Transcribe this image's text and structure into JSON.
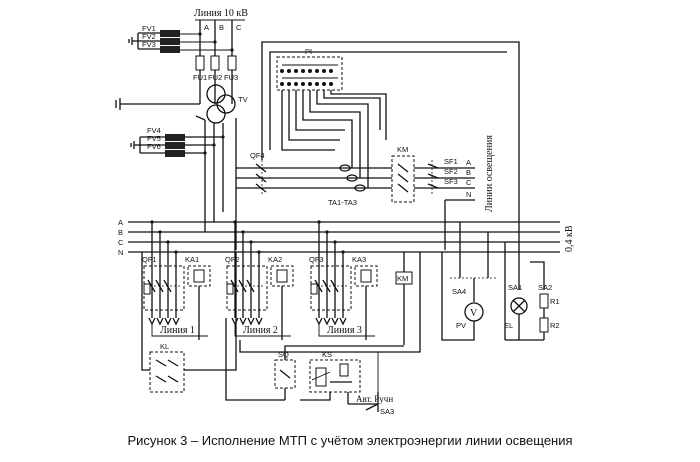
{
  "labels": {
    "line_10kv": "Линия 10 кВ",
    "phase_a": "A",
    "phase_b": "B",
    "phase_c": "C",
    "fv1": "FV1",
    "fv2": "FV2",
    "fv3": "FV3",
    "fu1": "FU1",
    "fu2": "FU2",
    "fu3": "FU3",
    "tv": "TV",
    "fv4": "FV4",
    "fv5": "FV5",
    "fv6": "FV6",
    "qf4": "QF4",
    "pi": "PI",
    "km_top": "KM",
    "sf1": "SF1",
    "sf2": "SF2",
    "sf3": "SF3",
    "out_a": "A",
    "out_b": "B",
    "out_c": "C",
    "out_n": "N",
    "lighting_line": "Линии освещения",
    "ta": "TA1-TA3",
    "bus_a": "A",
    "bus_b": "B",
    "bus_c": "C",
    "bus_n": "N",
    "v04": "0,4 кВ",
    "qf1": "QF1",
    "ka1": "KA1",
    "qf2": "QF2",
    "ka2": "KA2",
    "qf3": "QF3",
    "ka3": "KA3",
    "km_coil": "KM",
    "line1": "Линия 1",
    "line2": "Линия 2",
    "line3": "Линия 3",
    "kl": "KL",
    "sq": "SQ",
    "ks": "KS",
    "auto_manual": "Авт. Ручн",
    "sa3": "SA3",
    "sa4": "SA4",
    "pv": "PV",
    "sa1": "SA1",
    "sa2": "SA2",
    "r1": "R1",
    "r2": "R2",
    "el": "EL"
  },
  "caption": "Рисунок 3 – Исполнение МТП с учётом электроэнергии линии освещения"
}
